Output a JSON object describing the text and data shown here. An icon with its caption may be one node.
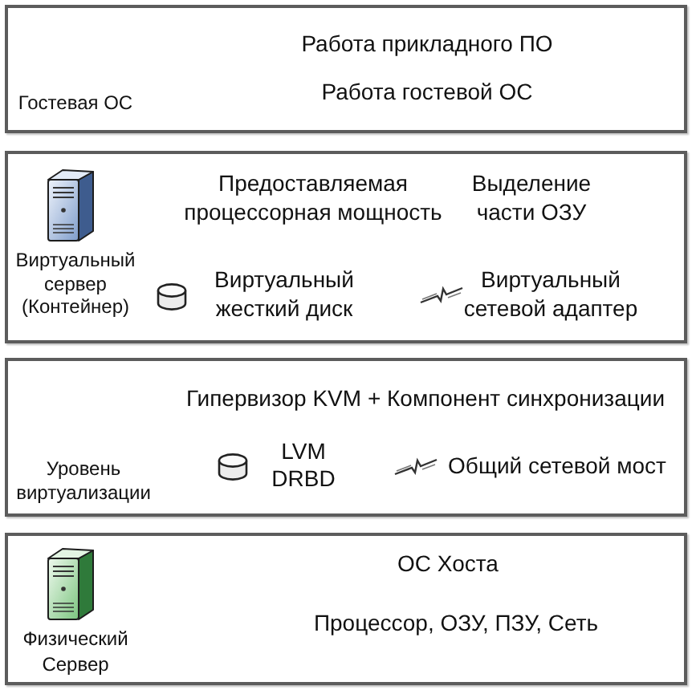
{
  "diagram": {
    "nodes": [
      {
        "text": [
          "Гостевая ОС",
          "Работа прикладного ПО",
          "Работа гостевой ОС"
        ]
      },
      {
        "text": [
          "Виртуальный сервер (Контейнер)",
          "Предоставляемая процессорная мощность",
          "Выделение части ОЗУ",
          "Виртуальный жесткий диск",
          "Виртуальный сетевой адаптер"
        ]
      },
      {
        "text": [
          "Уровень виртуализации",
          "Гипервизор KVM + Компонент синхронизации",
          "LVM DRBD",
          "Общий сетевой мост"
        ]
      },
      {
        "text": [
          "Физический Сервер",
          "ОС Хоста",
          "Процессор, ОЗУ, ПЗУ, Сеть"
        ]
      }
    ]
  }
}
